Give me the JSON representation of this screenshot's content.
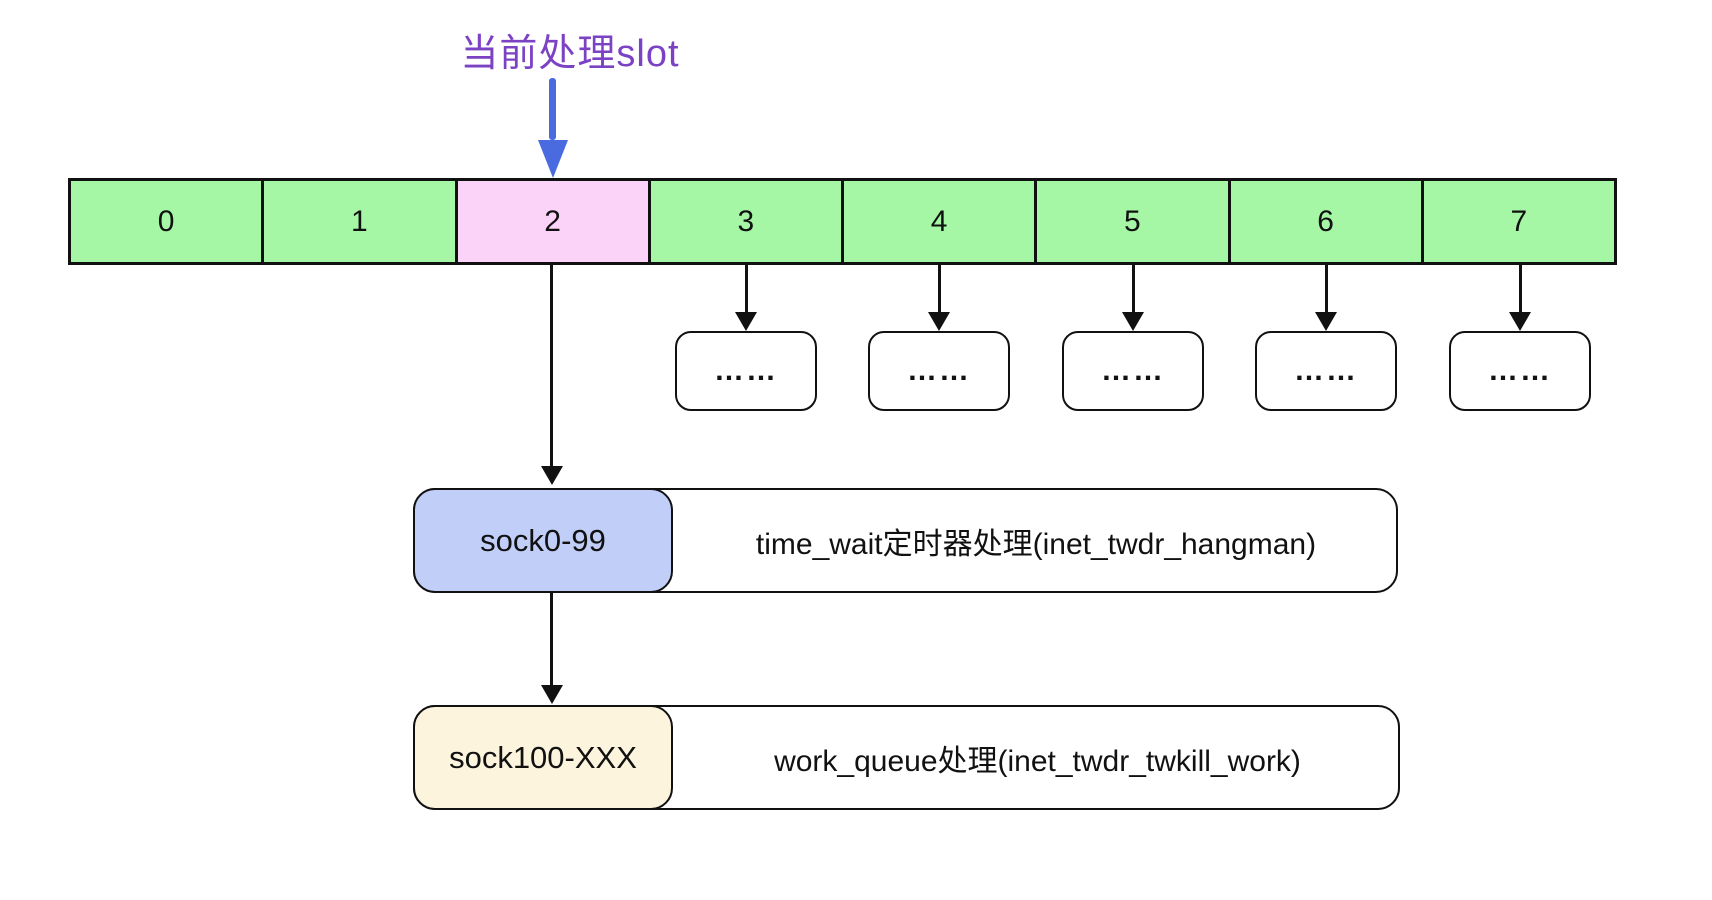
{
  "header": {
    "current_slot_label": "当前处理slot"
  },
  "colors": {
    "slot_green": "#a5f7a5",
    "slot_active_pink": "#fcd3f8",
    "tag_blue": "#c1cef8",
    "tag_cream": "#fdf4dd",
    "pointer_blue": "#4a6be0",
    "title_purple": "#7c42c4",
    "line_black": "#111111"
  },
  "slot_row": {
    "slots": [
      {
        "label": "0",
        "state": "normal"
      },
      {
        "label": "1",
        "state": "normal"
      },
      {
        "label": "2",
        "state": "current"
      },
      {
        "label": "3",
        "state": "normal"
      },
      {
        "label": "4",
        "state": "normal"
      },
      {
        "label": "5",
        "state": "normal"
      },
      {
        "label": "6",
        "state": "normal"
      },
      {
        "label": "7",
        "state": "normal"
      }
    ],
    "ellipsis": "……"
  },
  "flow_boxes": [
    {
      "tag": "sock0-99",
      "description": "time_wait定时器处理(inet_twdr_hangman)"
    },
    {
      "tag": "sock100-XXX",
      "description": "work_queue处理(inet_twdr_twkill_work)"
    }
  ]
}
